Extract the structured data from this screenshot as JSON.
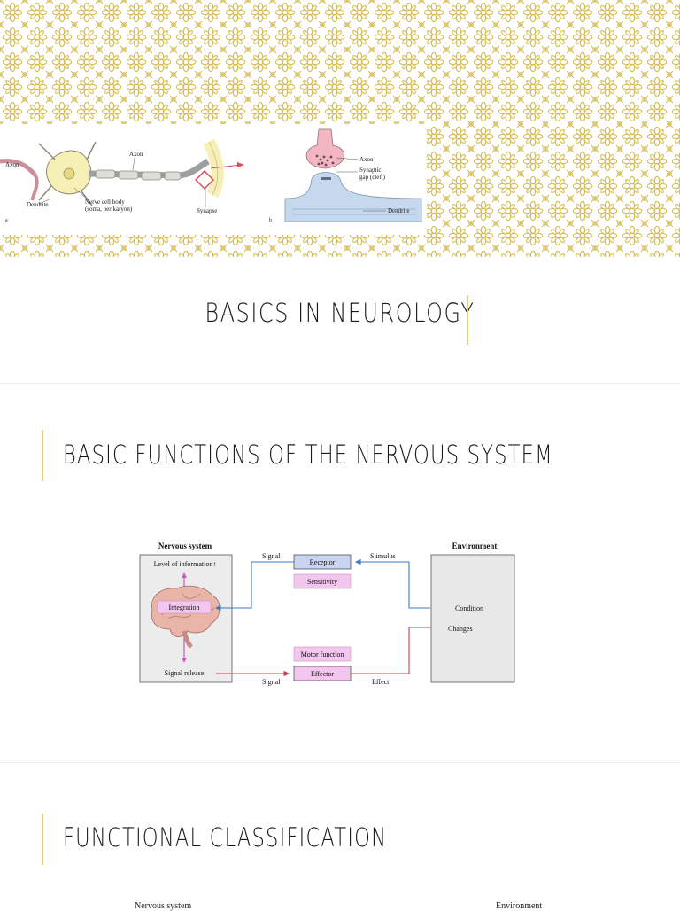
{
  "colors": {
    "pattern_gold": "#d7bd57",
    "accent_gold": "#e3cd7f",
    "signal_blue": "#3b78c4",
    "signal_red": "#d83a55",
    "pink_box": "#f2c6ee",
    "blue_box": "#c9d3f2",
    "environment_gray": "#e8e8e8"
  },
  "slide1": {
    "title": "BASICS IN NEUROLOGY",
    "neuron_figure": {
      "axon_left": "Axon",
      "axon_top": "Axon",
      "dendrite": "Dendrite",
      "cell_body_line1": "Nerve cell body",
      "cell_body_line2": "(soma, perikaryon)",
      "synapse": "Synapse",
      "panel_a": "a",
      "panel_b": "b",
      "axon_b": "Axon",
      "gap_line1": "Synaptic",
      "gap_line2": "gap (cleft)",
      "dendrite_b": "Dendrite"
    }
  },
  "slide2": {
    "title": "BASIC FUNCTIONS OF THE NERVOUS SYSTEM",
    "diagram": {
      "nervous_system": "Nervous system",
      "environment": "Environment",
      "level_of_information": "Level of information↑",
      "integration": "Integration",
      "signal_release": "Signal release",
      "signal_top": "Signal",
      "signal_bottom": "Signal",
      "receptor": "Receptor",
      "sensitivity": "Sensitivity",
      "stimulus": "Stimulus",
      "motor_function": "Motor function",
      "effector": "Effector",
      "effect": "Effect",
      "condition": "Condition",
      "changes": "Changes"
    }
  },
  "slide3": {
    "title": "FUNCTIONAL CLASSIFICATION",
    "peek_left": "Nervous system",
    "peek_right": "Environment"
  }
}
